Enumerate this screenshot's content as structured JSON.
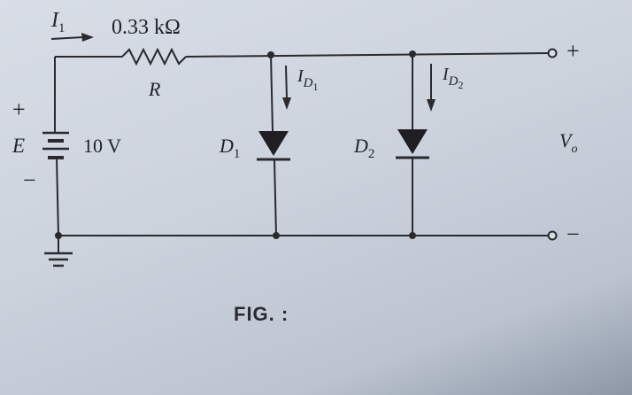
{
  "figure": {
    "caption": "FIG. :"
  },
  "circuit": {
    "current_label": "I",
    "current_sub": "1",
    "resistor_value": "0.33 kΩ",
    "resistor_name": "R",
    "source_name": "E",
    "source_value": "10 V",
    "source_plus": "+",
    "source_minus": "−",
    "diode1_name": "D",
    "diode1_sub": "1",
    "diode1_current": "I",
    "diode1_current_sub": "D",
    "diode1_current_subsub": "1",
    "diode2_name": "D",
    "diode2_sub": "2",
    "diode2_current": "I",
    "diode2_current_sub": "D",
    "diode2_current_subsub": "2",
    "output_name": "V",
    "output_sub": "o",
    "output_plus": "+",
    "output_minus": "−"
  }
}
